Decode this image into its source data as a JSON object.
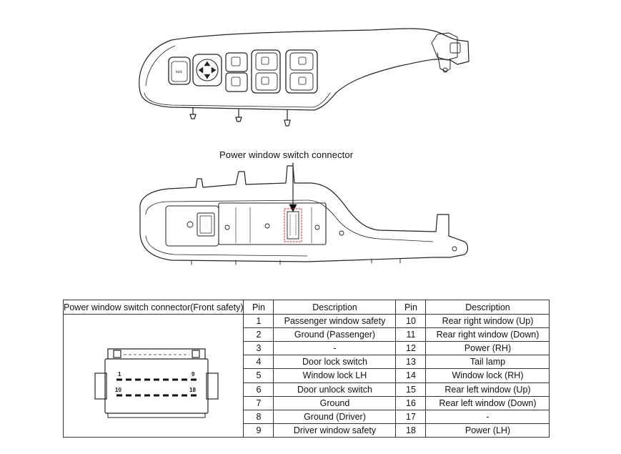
{
  "figure": {
    "callout_label": "Power window switch connector"
  },
  "table": {
    "headers": [
      "Power window switch connector(Front safety)",
      "Pin",
      "Description",
      "Pin",
      "Description"
    ],
    "rows": [
      {
        "pin1": "1",
        "desc1": "Passenger window safety",
        "pin2": "10",
        "desc2": "Rear right window (Up)"
      },
      {
        "pin1": "2",
        "desc1": "Ground (Passenger)",
        "pin2": "11",
        "desc2": "Rear right window (Down)"
      },
      {
        "pin1": "3",
        "desc1": "-",
        "pin2": "12",
        "desc2": "Power (RH)"
      },
      {
        "pin1": "4",
        "desc1": "Door lock switch",
        "pin2": "13",
        "desc2": "Tail lamp"
      },
      {
        "pin1": "5",
        "desc1": "Window lock LH",
        "pin2": "14",
        "desc2": "Window lock (RH)"
      },
      {
        "pin1": "6",
        "desc1": "Door unlock switch",
        "pin2": "15",
        "desc2": "Rear left window (Up)"
      },
      {
        "pin1": "7",
        "desc1": "Ground",
        "pin2": "16",
        "desc2": "Rear left window (Down)"
      },
      {
        "pin1": "8",
        "desc1": "Ground (Driver)",
        "pin2": "17",
        "desc2": "-"
      },
      {
        "pin1": "9",
        "desc1": "Driver window safety",
        "pin2": "18",
        "desc2": "Power (LH)"
      }
    ],
    "connector_pin_labels": {
      "top_left": "1",
      "top_right": "9",
      "bottom_left": "10",
      "bottom_right": "18"
    }
  }
}
